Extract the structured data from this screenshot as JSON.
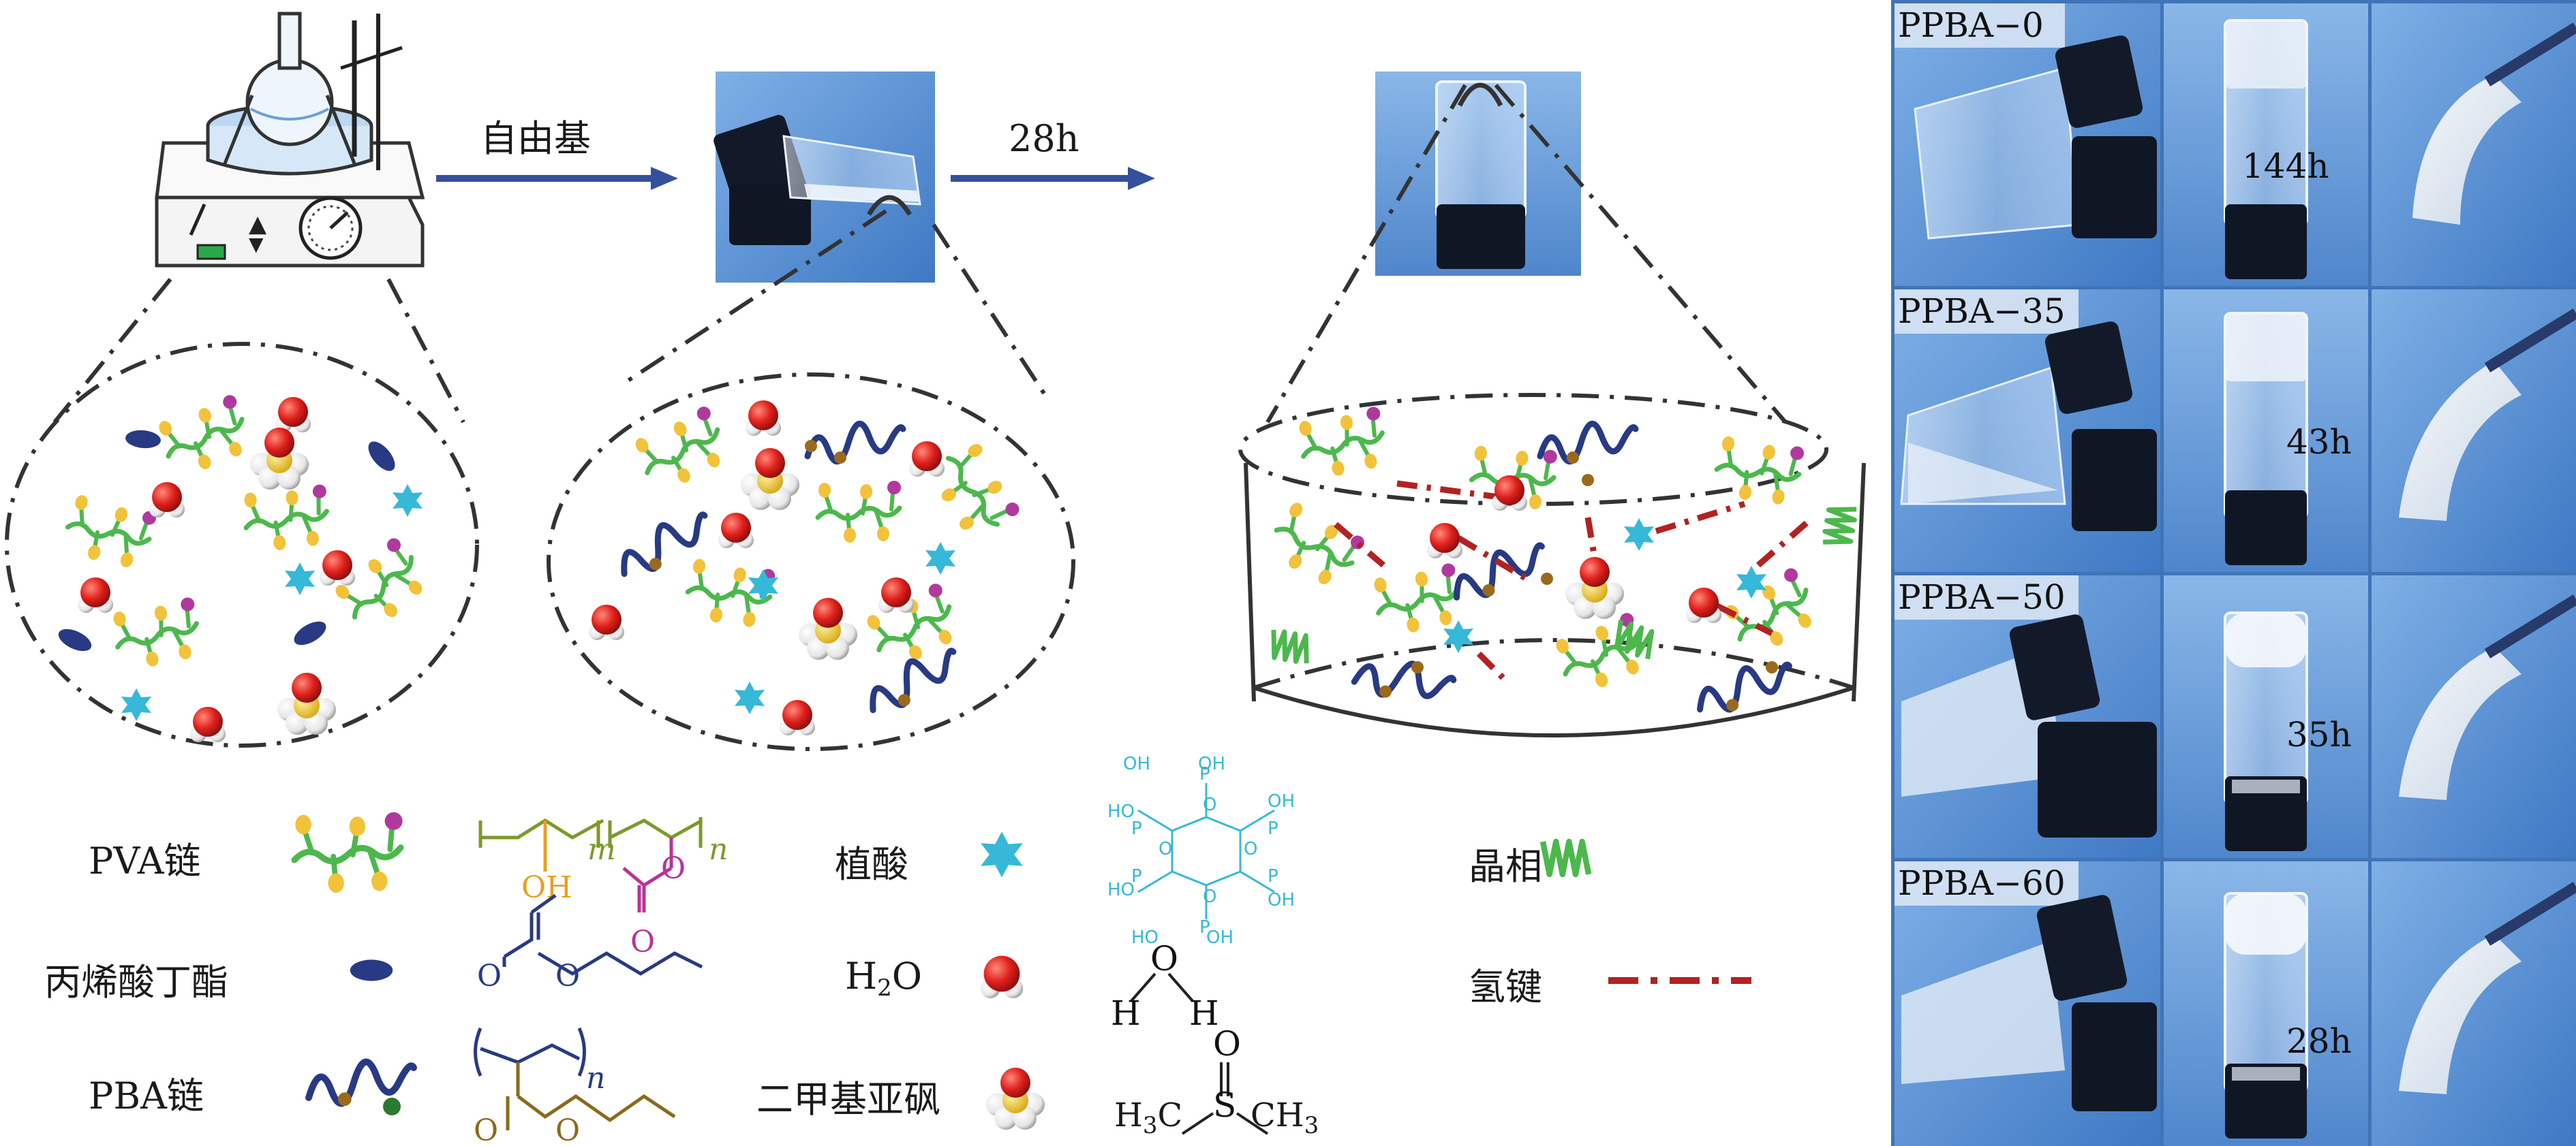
{
  "process": {
    "arrow1_label": "自由基",
    "arrow2_label": "28h"
  },
  "legend": {
    "pva_chain": "PVA链",
    "butyl_acrylate": "丙烯酸丁酯",
    "pba_chain": "PBA链",
    "phytic_acid": "植酸",
    "water_H": "H",
    "water_sub": "2",
    "water_O": "O",
    "dmso": "二甲基亚砜",
    "crystal_phase": "晶相",
    "hydrogen_bond": "氢键",
    "pva_formula_m": "m",
    "pva_formula_n": "n",
    "pva_formula_OH": "OH",
    "pva_formula_O1": "O",
    "pva_formula_O2": "O",
    "pba_formula_n": "n",
    "ba_formula_O1": "O",
    "ba_formula_O2": "O",
    "pba_formula_O1": "O",
    "pba_formula_O2": "O",
    "water_formula_O": "O",
    "water_formula_H1": "H",
    "water_formula_H2": "H",
    "dmso_formula_O": "O",
    "dmso_formula_S": "S",
    "dmso_formula_left": "H",
    "dmso_formula_left_sub": "3",
    "dmso_formula_left_C": "C",
    "dmso_formula_right": "CH",
    "dmso_formula_right_sub": "3",
    "phytic_OH": "OH",
    "phytic_HO": "HO",
    "phytic_P": "P",
    "phytic_O": "O"
  },
  "samples": [
    {
      "name": "PPBA−0",
      "time": "144h"
    },
    {
      "name": "PPBA−35",
      "time": "43h"
    },
    {
      "name": "PPBA−50",
      "time": "35h"
    },
    {
      "name": "PPBA−60",
      "time": "28h"
    }
  ],
  "colors": {
    "pva_green": "#4cb84c",
    "yellow_bead": "#f2c23a",
    "magenta_bead": "#b0399e",
    "pba_navy": "#283a84",
    "brown_bead": "#9a6a1c",
    "phytic_cyan": "#36b8d8",
    "water_red": "#e0201c",
    "hbond_red": "#b22222",
    "arrow_blue": "#34509a",
    "formula_olive": "#7c9a2a",
    "formula_orange": "#e8a020",
    "formula_magenta": "#b8339a",
    "photo_bg": "#5a8fd0"
  }
}
